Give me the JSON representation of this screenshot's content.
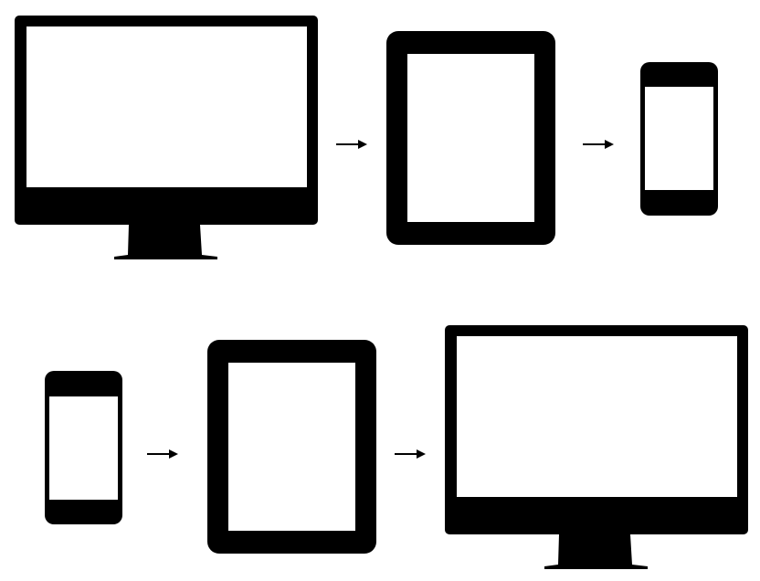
{
  "colors": {
    "ink": "#000000",
    "screen": "#ffffff",
    "background": "#ffffff"
  },
  "rows": [
    {
      "name": "desktop-to-mobile",
      "items": [
        {
          "kind": "device",
          "icon": "desktop-monitor-icon"
        },
        {
          "kind": "arrow",
          "icon": "arrow-right-icon"
        },
        {
          "kind": "device",
          "icon": "tablet-icon"
        },
        {
          "kind": "arrow",
          "icon": "arrow-right-icon"
        },
        {
          "kind": "device",
          "icon": "smartphone-icon"
        }
      ]
    },
    {
      "name": "mobile-to-desktop",
      "items": [
        {
          "kind": "device",
          "icon": "smartphone-icon"
        },
        {
          "kind": "arrow",
          "icon": "arrow-right-icon"
        },
        {
          "kind": "device",
          "icon": "tablet-icon"
        },
        {
          "kind": "arrow",
          "icon": "arrow-right-icon"
        },
        {
          "kind": "device",
          "icon": "desktop-monitor-icon"
        }
      ]
    }
  ]
}
